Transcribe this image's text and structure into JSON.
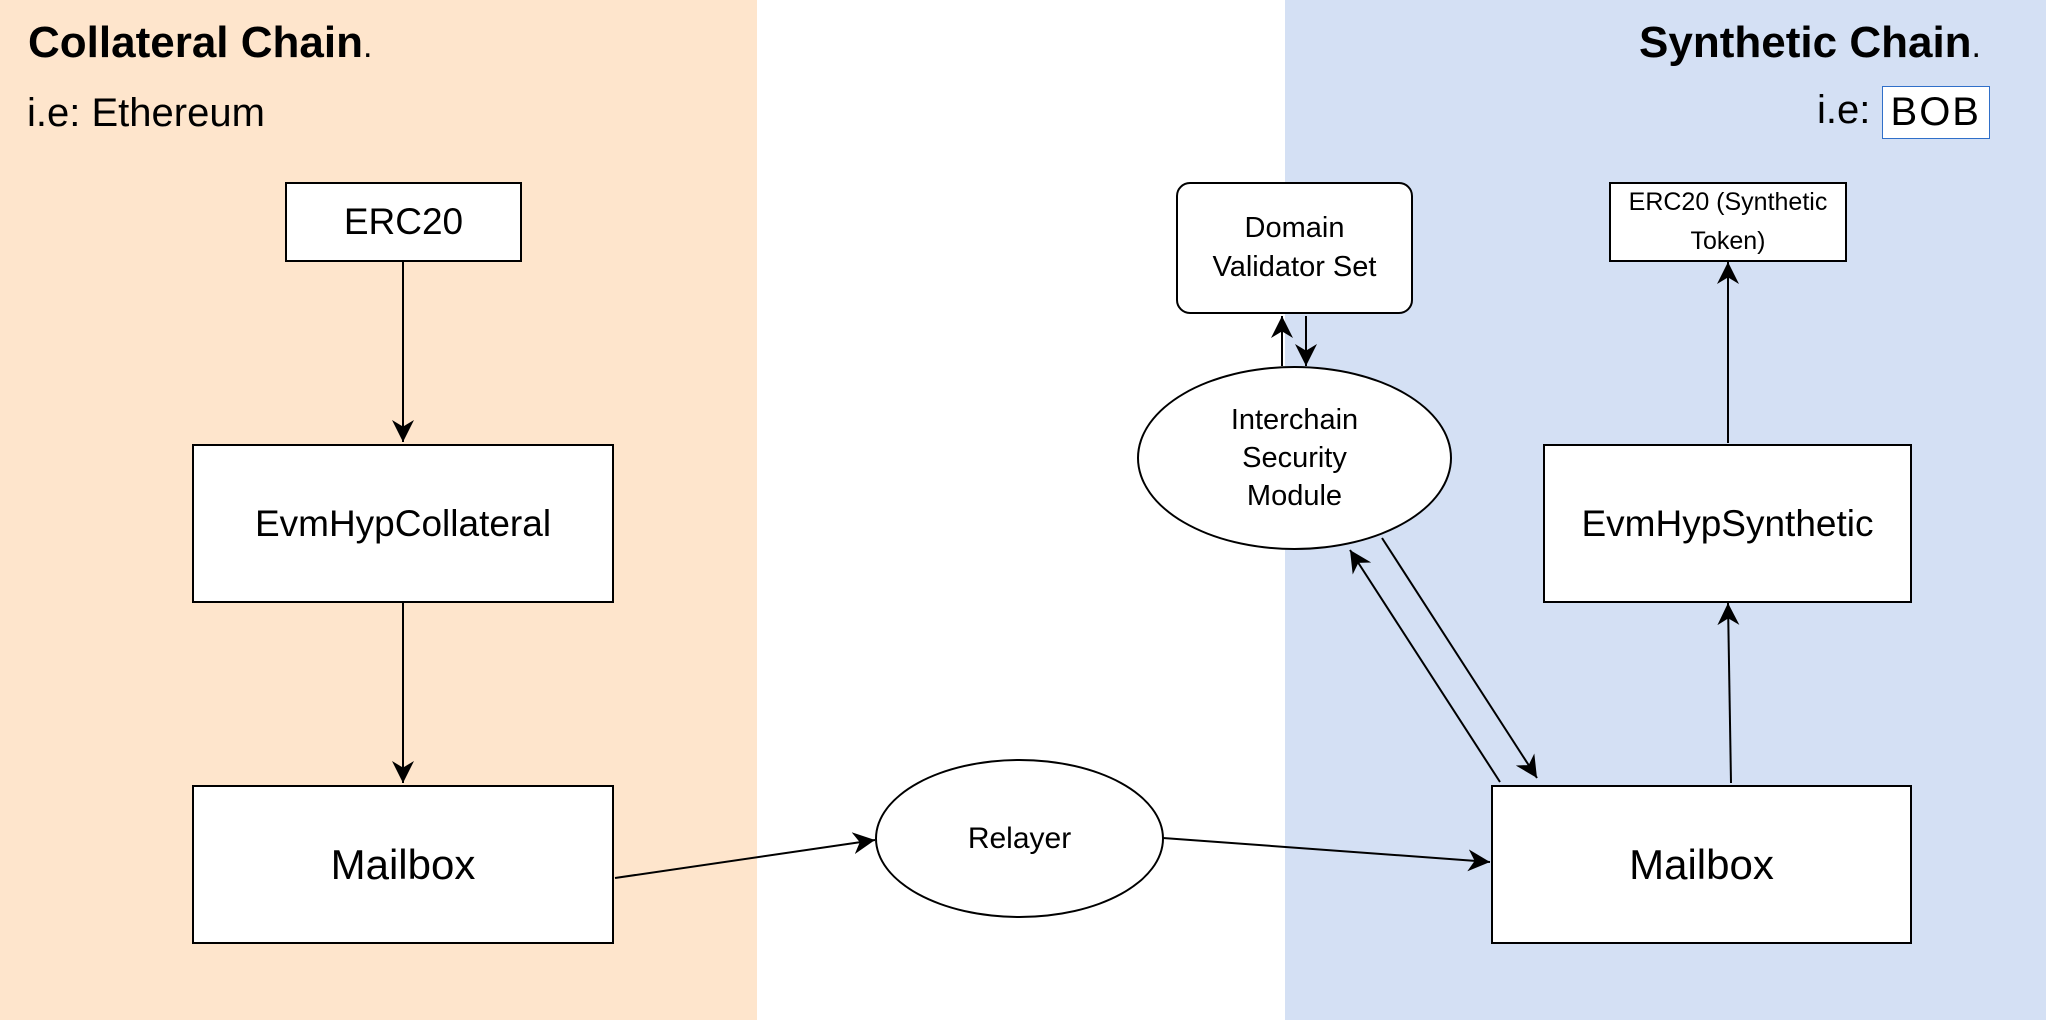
{
  "collateral_chain": {
    "title": "Collateral Chain",
    "title_suffix": ".",
    "example_prefix": "i.e:",
    "example_value": "Ethereum",
    "color": "#FEE5CC"
  },
  "synthetic_chain": {
    "title": "Synthetic Chain",
    "title_suffix": ".",
    "example_prefix": "i.e:",
    "example_value": "BOB",
    "color": "#D4E0F4"
  },
  "nodes": {
    "erc20": "ERC20",
    "evm_hyp_collateral": "EvmHypCollateral",
    "mailbox_left": "Mailbox",
    "relayer": "Relayer",
    "mailbox_right": "Mailbox",
    "evm_hyp_synthetic": "EvmHypSynthetic",
    "erc20_synthetic_line1": "ERC20 (Synthetic",
    "erc20_synthetic_line2": "Token)",
    "ism_line1": "Interchain",
    "ism_line2": "Security",
    "ism_line3": "Module",
    "validator_line1": "Domain",
    "validator_line2": "Validator Set"
  }
}
